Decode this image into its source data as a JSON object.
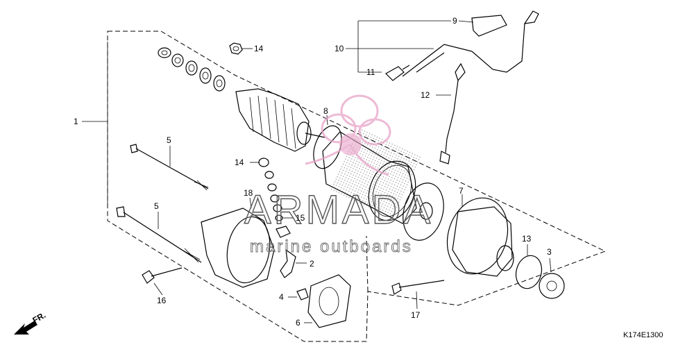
{
  "diagram": {
    "callouts": [
      {
        "id": "c1",
        "text": "1"
      },
      {
        "id": "c2",
        "text": "2"
      },
      {
        "id": "c3",
        "text": "3"
      },
      {
        "id": "c4",
        "text": "4"
      },
      {
        "id": "c5a",
        "text": "5"
      },
      {
        "id": "c5b",
        "text": "5"
      },
      {
        "id": "c6",
        "text": "6"
      },
      {
        "id": "c7",
        "text": "7"
      },
      {
        "id": "c8",
        "text": "8"
      },
      {
        "id": "c9",
        "text": "9"
      },
      {
        "id": "c10",
        "text": "10"
      },
      {
        "id": "c11",
        "text": "11"
      },
      {
        "id": "c12",
        "text": "12"
      },
      {
        "id": "c13",
        "text": "13"
      },
      {
        "id": "c14a",
        "text": "14"
      },
      {
        "id": "c14b",
        "text": "14"
      },
      {
        "id": "c15",
        "text": "15"
      },
      {
        "id": "c16",
        "text": "16"
      },
      {
        "id": "c17",
        "text": "17"
      },
      {
        "id": "c18",
        "text": "18"
      }
    ],
    "direction_label": "FR.",
    "diagram_code": "K174E1300"
  },
  "watermark": {
    "brand": "ARMADA",
    "tagline": "marine outboards"
  },
  "colors": {
    "line": "#000000",
    "watermark_logo": "#e8a3c8",
    "watermark_text": "#555555"
  }
}
